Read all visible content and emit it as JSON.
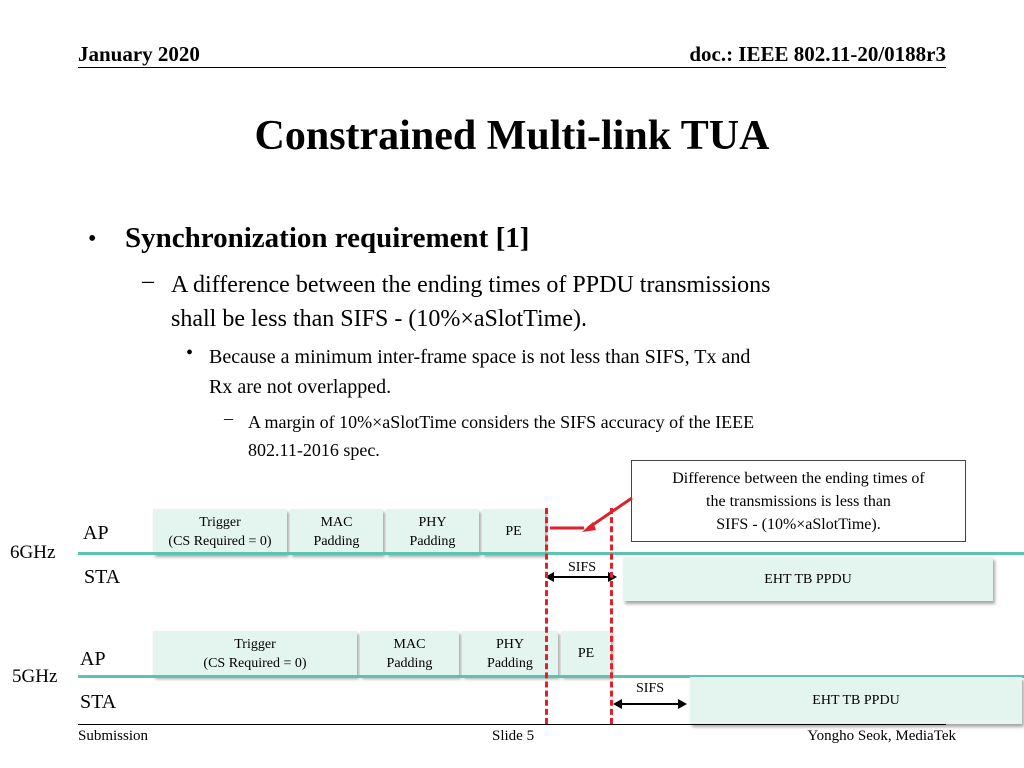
{
  "header": {
    "date": "January 2020",
    "doc": "doc.: IEEE 802.11-20/0188r3"
  },
  "title": "Constrained Multi-link TUA",
  "body": {
    "bullet_marker": "•",
    "level1": "Synchronization requirement [1]",
    "dash_marker": "–",
    "level2_line1": "A difference between the ending times of PPDU transmissions",
    "level2_line2": "shall be less than SIFS - (10%×aSlotTime).",
    "level3_line1": "Because a minimum inter-frame space is not less than SIFS, Tx and",
    "level3_line2": "Rx are not overlapped.",
    "level4_line1": "A margin of 10%×aSlotTime considers the SIFS accuracy of the IEEE",
    "level4_line2": "802.11-2016 spec."
  },
  "callout": {
    "line1": "Difference between the ending times of",
    "line2": "the transmissions is less than",
    "line3": "SIFS - (10%×aSlotTime)."
  },
  "diagram": {
    "band_6ghz": {
      "band_label": "6GHz",
      "ap_label": "AP",
      "sta_label": "STA",
      "trigger_line1": "Trigger",
      "trigger_line2": "(CS Required = 0)",
      "mac_line1": "MAC",
      "mac_line2": "Padding",
      "phy_line1": "PHY",
      "phy_line2": "Padding",
      "pe": "PE",
      "sifs": "SIFS",
      "eht": "EHT TB PPDU"
    },
    "band_5ghz": {
      "band_label": "5GHz",
      "ap_label": "AP",
      "sta_label": "STA",
      "trigger_line1": "Trigger",
      "trigger_line2": "(CS Required = 0)",
      "mac_line1": "MAC",
      "mac_line2": "Padding",
      "phy_line1": "PHY",
      "phy_line2": "Padding",
      "pe": "PE",
      "sifs": "SIFS",
      "eht": "EHT TB PPDU"
    },
    "colors": {
      "box_fill": "#e4f4ef",
      "timeline": "#5cc3b0",
      "marker": "#e0202a"
    }
  },
  "footer": {
    "left": "Submission",
    "center": "Slide 5",
    "right": "Yongho Seok, MediaTek"
  }
}
